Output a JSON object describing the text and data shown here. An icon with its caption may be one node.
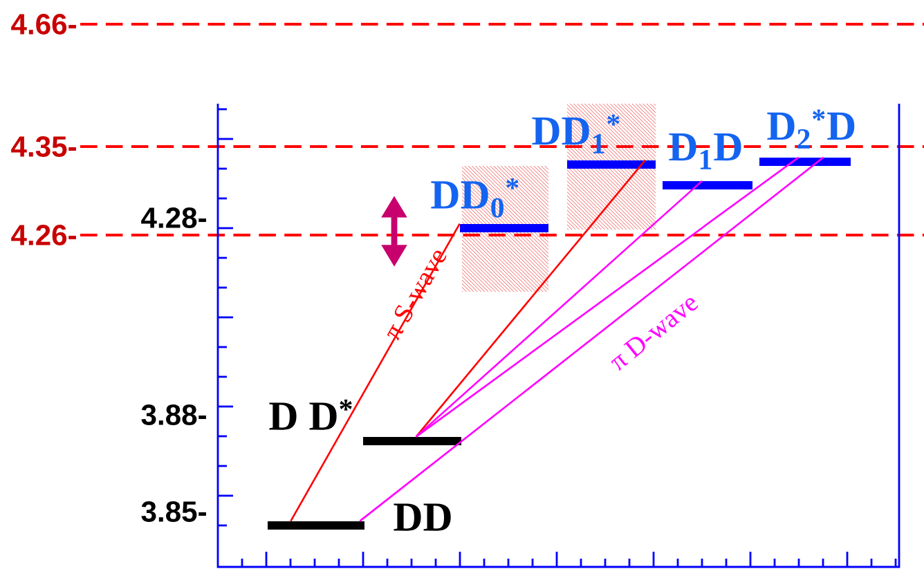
{
  "diagram": {
    "nodes": [
      {
        "text": [
          "DD"
        ]
      },
      {
        "text": [
          "D D$^{*}$"
        ]
      },
      {
        "text": [
          "DD$_{0}$$^{*}$"
        ]
      },
      {
        "text": [
          "DD$_{1}$$^{*}$"
        ]
      },
      {
        "text": [
          "D$_{1}$D"
        ]
      },
      {
        "text": [
          "D$_{2}$$^{*}$D"
        ]
      }
    ],
    "edges": [
      {
        "from": 0,
        "to": 2,
        "arrow": "none",
        "color": "#ff0000",
        "label": "π S-wave"
      },
      {
        "from": 0,
        "to": 5,
        "arrow": "none",
        "label": "π D-wave"
      },
      {
        "from": 1,
        "to": 3,
        "arrow": "none",
        "color": "#ff0000"
      },
      {
        "from": 1,
        "to": 4,
        "arrow": "none"
      },
      {
        "from": 1,
        "to": 5,
        "arrow": "none"
      }
    ],
    "labels": [
      "4.66-",
      "4.35-",
      "4.28-",
      "4.26-",
      "3.88-",
      "3.85-"
    ]
  }
}
